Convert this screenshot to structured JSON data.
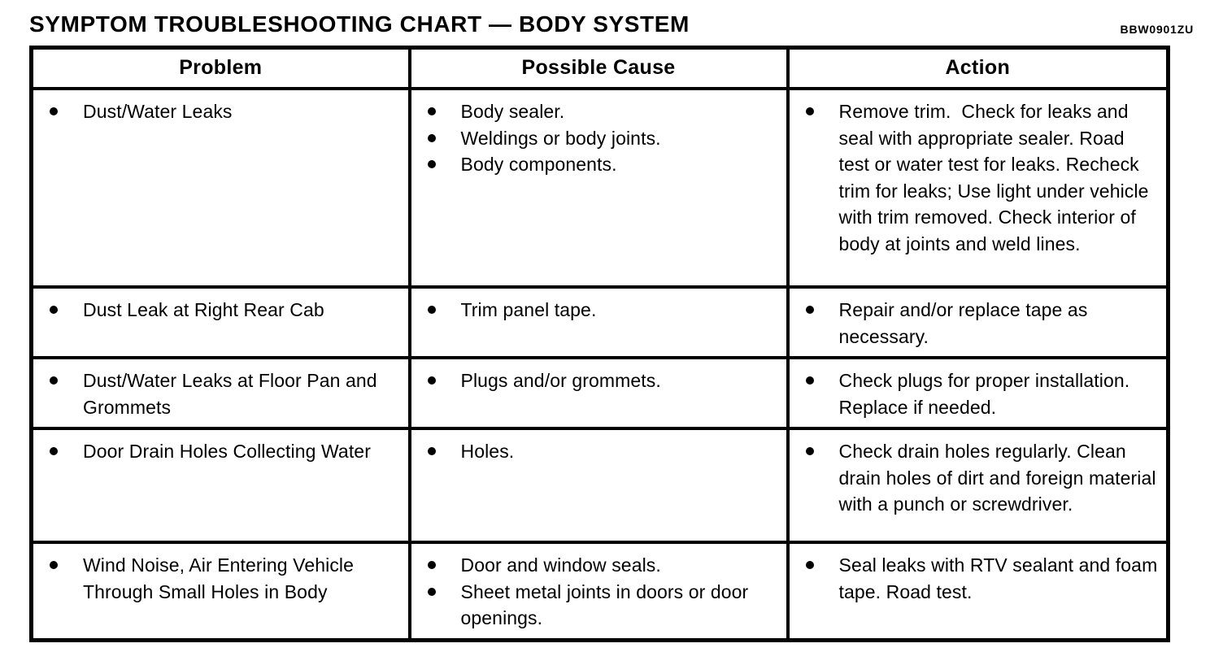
{
  "header": {
    "title": "SYMPTOM TROUBLESHOOTING CHART — BODY SYSTEM",
    "doc_code": "BBW0901ZU"
  },
  "table": {
    "columns": [
      "Problem",
      "Possible Cause",
      "Action"
    ],
    "rows": [
      {
        "problem": [
          "Dust/Water Leaks"
        ],
        "possible_cause": [
          "Body sealer.",
          "Weldings or body joints.",
          "Body components."
        ],
        "action": [
          "Remove trim.  Check for leaks and seal with appropriate sealer. Road test or water test for leaks. Recheck trim for leaks; Use light under vehicle with trim removed. Check interior of body at joints and weld lines."
        ]
      },
      {
        "problem": [
          "Dust Leak at Right Rear Cab"
        ],
        "possible_cause": [
          "Trim panel tape."
        ],
        "action": [
          "Repair and/or replace tape as necessary."
        ]
      },
      {
        "problem": [
          "Dust/Water Leaks at Floor Pan and Grommets"
        ],
        "possible_cause": [
          "Plugs and/or grommets."
        ],
        "action": [
          "Check plugs for proper installation. Replace if needed."
        ]
      },
      {
        "problem": [
          "Door Drain Holes Collecting Water"
        ],
        "possible_cause": [
          "Holes."
        ],
        "action": [
          "Check drain holes regularly. Clean drain holes of dirt and foreign material with a punch or screwdriver."
        ]
      },
      {
        "problem": [
          "Wind Noise, Air Entering Vehicle Through Small Holes in Body"
        ],
        "possible_cause": [
          "Door and window seals.",
          "Sheet metal joints in doors or door openings."
        ],
        "action": [
          "Seal leaks with RTV sealant and foam tape. Road test."
        ]
      }
    ]
  }
}
